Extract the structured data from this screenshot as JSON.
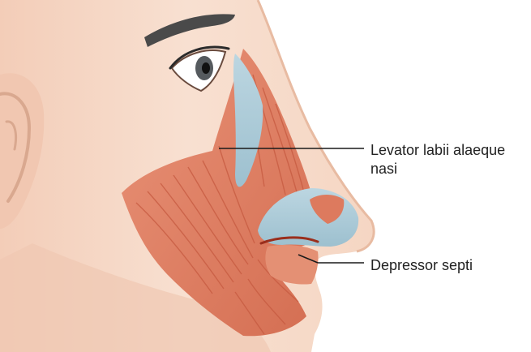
{
  "labels": {
    "levator_line1": "Levator labii alaeque",
    "levator_line2": "nasi",
    "depressor": "Depressor septi"
  },
  "colors": {
    "skin": "#f7dccb",
    "skin_shadow": "#ecc4ab",
    "muscle": "#e2866a",
    "muscle_dark": "#c9593f",
    "cartilage": "#a9c9d6",
    "leader_line": "#1a1a1a",
    "eyebrow": "#4a4a4a"
  }
}
